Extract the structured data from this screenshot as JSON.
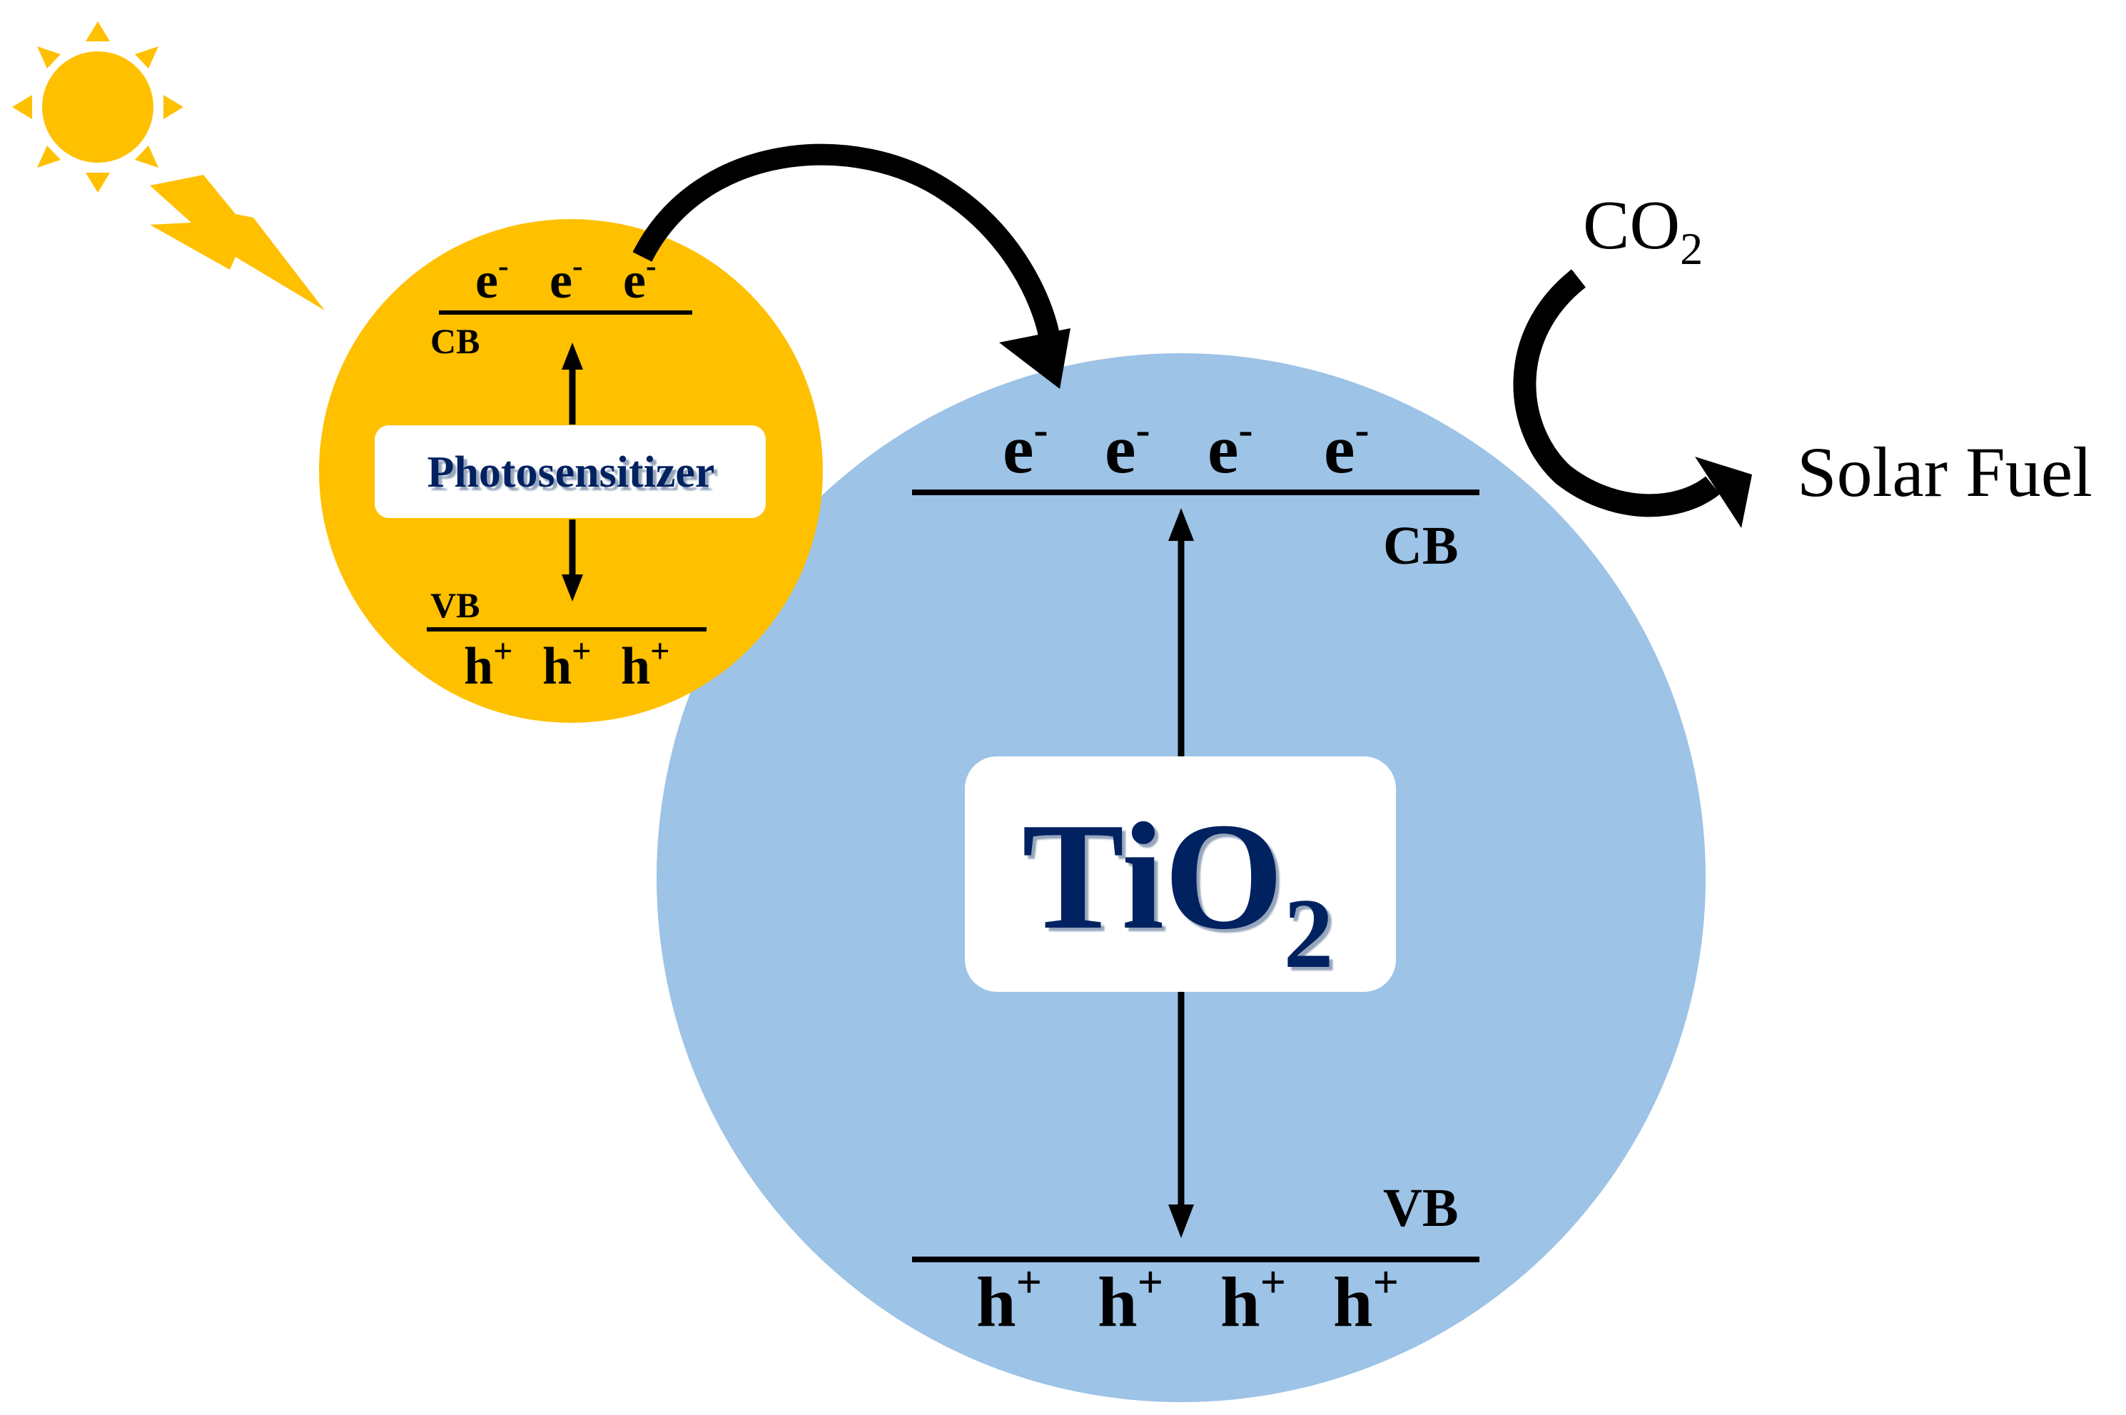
{
  "colors": {
    "sun": "#FFC000",
    "photosensitizer_fill": "#FFC000",
    "tio2_fill": "#9DC3E6",
    "label_text": "#002060",
    "line": "#000000",
    "box": "#FFFFFF"
  },
  "icons": {
    "sun": "sun-icon",
    "lightning": "lightning-bolt-icon"
  },
  "photosensitizer": {
    "label": "Photosensitizer",
    "cb_label": "CB",
    "vb_label": "VB",
    "electrons": [
      "e",
      "e",
      "e"
    ],
    "electron_charge": "-",
    "holes": [
      "h",
      "h",
      "h"
    ],
    "hole_charge": "+"
  },
  "tio2": {
    "label_main": "TiO",
    "label_sub": "2",
    "cb_label": "CB",
    "vb_label": "VB",
    "electrons": [
      "e",
      "e",
      "e",
      "e"
    ],
    "electron_charge": "-",
    "holes": [
      "h",
      "h",
      "h",
      "h"
    ],
    "hole_charge": "+"
  },
  "reaction": {
    "reactant_main": "CO",
    "reactant_sub": "2",
    "product": "Solar Fuel"
  }
}
